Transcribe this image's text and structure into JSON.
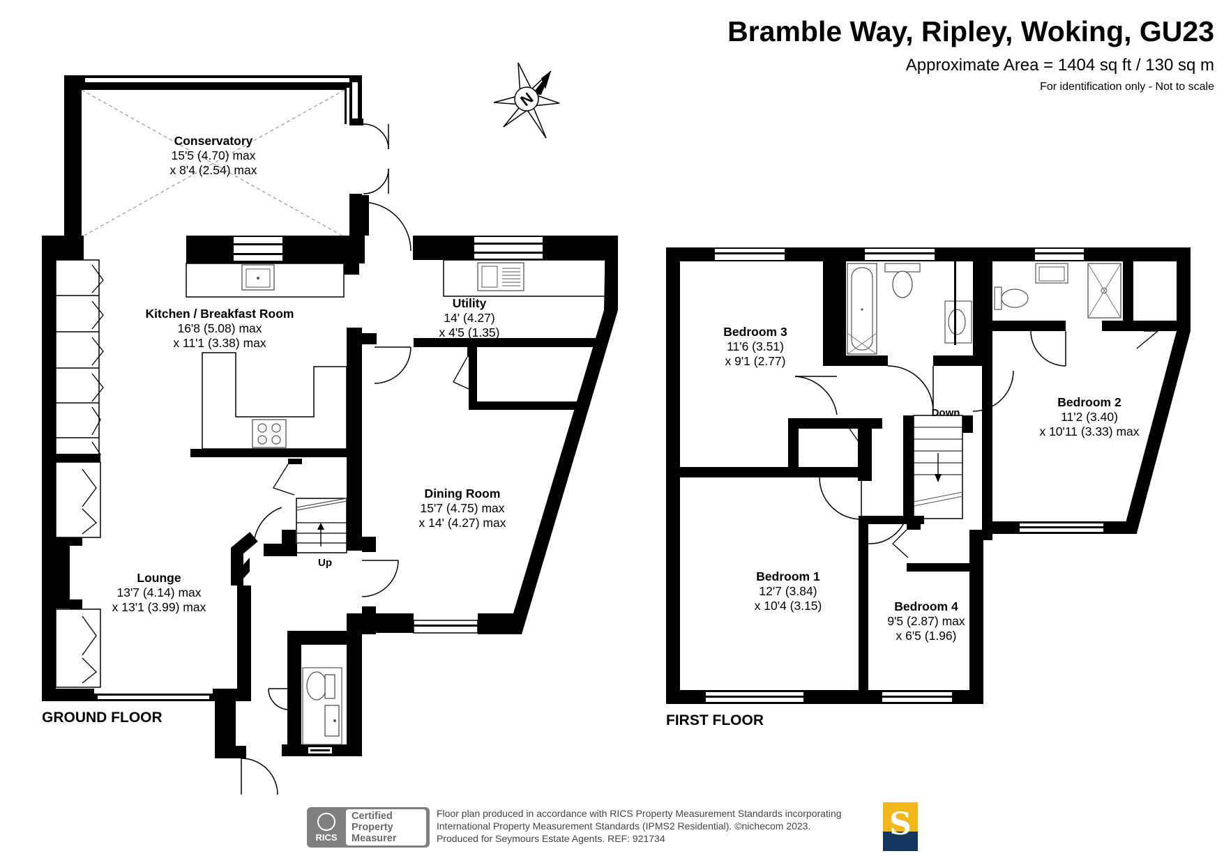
{
  "header": {
    "title": "Bramble Way, Ripley, Woking, GU23",
    "area": "Approximate Area = 1404 sq ft / 130 sq m",
    "note": "For identification only - Not to scale"
  },
  "compass": {
    "letter": "N"
  },
  "ground_floor": {
    "label": "GROUND FLOOR",
    "rooms": [
      {
        "name": "Conservatory",
        "dim1": "15'5 (4.70) max",
        "dim2": "x 8'4 (2.54) max"
      },
      {
        "name": "Kitchen / Breakfast Room",
        "dim1": "16'8 (5.08) max",
        "dim2": "x 11'1 (3.38) max"
      },
      {
        "name": "Utility",
        "dim1": "14' (4.27)",
        "dim2": "x 4'5 (1.35)"
      },
      {
        "name": "Dining Room",
        "dim1": "15'7 (4.75) max",
        "dim2": "x 14' (4.27) max"
      },
      {
        "name": "Lounge",
        "dim1": "13'7 (4.14) max",
        "dim2": "x 13'1 (3.99) max"
      }
    ],
    "stairs_label": "Up"
  },
  "first_floor": {
    "label": "FIRST FLOOR",
    "rooms": [
      {
        "name": "Bedroom 3",
        "dim1": "11'6 (3.51)",
        "dim2": "x 9'1 (2.77)"
      },
      {
        "name": "Bedroom 2",
        "dim1": "11'2 (3.40)",
        "dim2": "x 10'11 (3.33) max"
      },
      {
        "name": "Bedroom 1",
        "dim1": "12'7 (3.84)",
        "dim2": "x 10'4 (3.15)"
      },
      {
        "name": "Bedroom 4",
        "dim1": "9'5 (2.87) max",
        "dim2": "x 6'5 (1.96)"
      }
    ],
    "stairs_label": "Down"
  },
  "footer": {
    "rics_logo": "RICS",
    "badge": [
      "Certified",
      "Property",
      "Measurer"
    ],
    "lines": [
      "Floor plan produced in accordance with RICS Property Measurement Standards incorporating",
      "International Property Measurement Standards (IPMS2 Residential).   ©nichecom 2023.",
      "Produced for Seymours Estate Agents.   REF:  921734"
    ],
    "brand_letter": "S"
  },
  "colors": {
    "wall": "#000000",
    "fixture": "#555555",
    "brand_gold": "#f2b71a",
    "brand_navy": "#13375f",
    "badge_grey": "#7f7f7f"
  }
}
